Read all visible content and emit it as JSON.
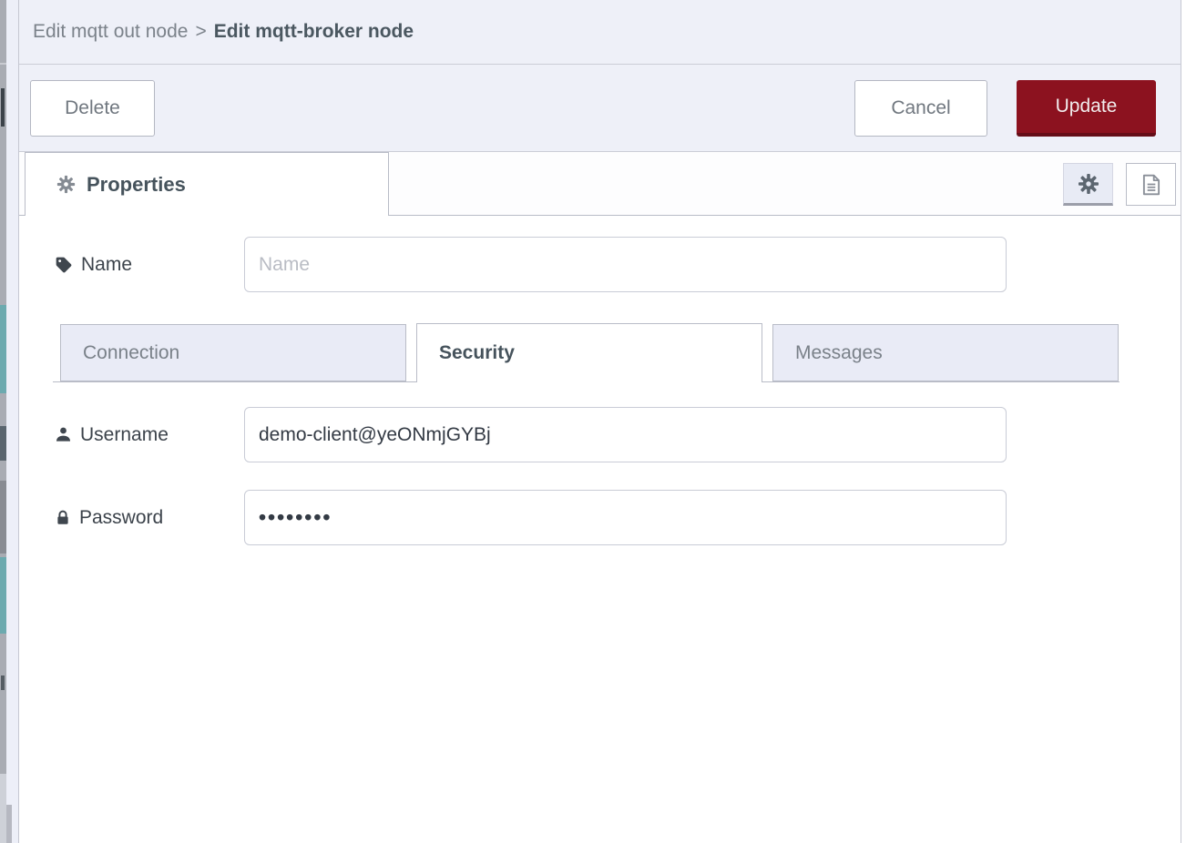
{
  "breadcrumb": {
    "parent": "Edit mqtt out node",
    "separator": ">",
    "current": "Edit mqtt-broker node"
  },
  "toolbar": {
    "delete_label": "Delete",
    "cancel_label": "Cancel",
    "update_label": "Update"
  },
  "editor_tabs": {
    "properties_label": "Properties",
    "properties_icon": "gear-icon",
    "settings_button_icon": "gear-icon",
    "description_button_icon": "document-icon"
  },
  "form": {
    "name": {
      "label": "Name",
      "icon": "tag-icon",
      "placeholder": "Name",
      "value": ""
    },
    "subtabs": [
      {
        "label": "Connection",
        "active": false
      },
      {
        "label": "Security",
        "active": true
      },
      {
        "label": "Messages",
        "active": false
      }
    ],
    "username": {
      "label": "Username",
      "icon": "user-icon",
      "value": "demo-client@yeONmjGYBj"
    },
    "password": {
      "label": "Password",
      "icon": "lock-icon",
      "value": "••••••••",
      "masked": true
    }
  },
  "colors": {
    "accent_red": "#8c121f",
    "header_bg": "#eef0f8",
    "inactive_tab_bg": "#e9ebf6",
    "border": "#b9bcc7",
    "label_text": "#3c434b",
    "muted_text": "#7a8189"
  }
}
